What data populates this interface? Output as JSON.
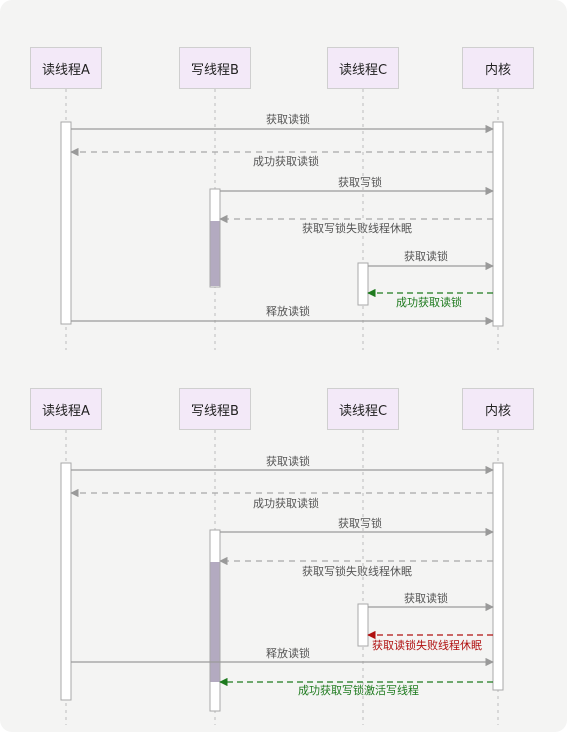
{
  "diagrams": [
    {
      "participants": [
        "读线程A",
        "写线程B",
        "读线程C",
        "内核"
      ],
      "messages": [
        {
          "text": "获取读锁"
        },
        {
          "text": "成功获取读锁"
        },
        {
          "text": "获取写锁"
        },
        {
          "text": "获取写锁失败线程休眠"
        },
        {
          "text": "获取读锁"
        },
        {
          "text": "成功获取读锁"
        },
        {
          "text": "释放读锁"
        }
      ]
    },
    {
      "participants": [
        "读线程A",
        "写线程B",
        "读线程C",
        "内核"
      ],
      "messages": [
        {
          "text": "获取读锁"
        },
        {
          "text": "成功获取读锁"
        },
        {
          "text": "获取写锁"
        },
        {
          "text": "获取写锁失败线程休眠"
        },
        {
          "text": "获取读锁"
        },
        {
          "text": "获取读锁失败线程休眠"
        },
        {
          "text": "释放读锁"
        },
        {
          "text": "成功获取写锁激活写线程"
        }
      ]
    }
  ],
  "colors": {
    "solid_arrow": "#9a9a9a",
    "dashed_arrow": "#a8a8a8",
    "green_arrow": "#1e7a1e",
    "red_arrow": "#b01010",
    "sleep_bar": "#b3aac0",
    "header_fill": "#f3e9f8"
  }
}
